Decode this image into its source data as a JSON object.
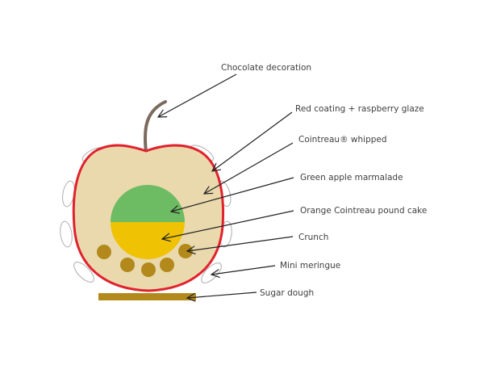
{
  "colors": {
    "coating": "#e0222e",
    "filling": "#ead9ad",
    "marmalade": "#6dbb62",
    "pound_cake": "#efc204",
    "crunch": "#b3891b",
    "stem": "#7c6a5e",
    "meringue": "#b5b5b5",
    "dough": "#b3891b"
  },
  "labels": [
    {
      "id": "chocolate",
      "text": "Chocolate decoration"
    },
    {
      "id": "coating",
      "text": "Red coating + raspberry glaze"
    },
    {
      "id": "whipped",
      "text": "Cointreau® whipped"
    },
    {
      "id": "marmalade",
      "text": "Green apple marmalade"
    },
    {
      "id": "cake",
      "text": "Orange Cointreau pound cake"
    },
    {
      "id": "crunch",
      "text": "Crunch"
    },
    {
      "id": "meringue",
      "text": "Mini meringue"
    },
    {
      "id": "dough",
      "text": "Sugar dough"
    }
  ]
}
